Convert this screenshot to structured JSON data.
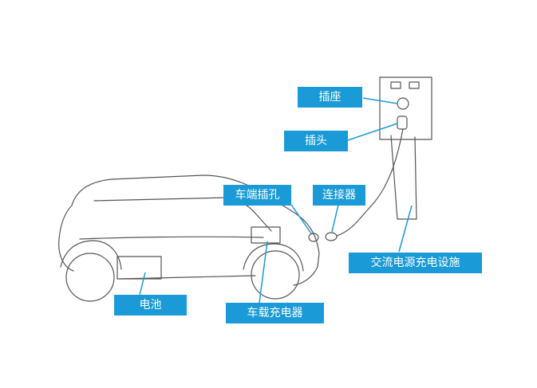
{
  "labels": {
    "socket": "插座",
    "plug": "插头",
    "car_inlet": "车端插孔",
    "connector": "连接器",
    "ac_charging_facility": "交流电源充电设施",
    "battery": "电池",
    "onboard_charger": "车载充电器"
  },
  "colors": {
    "label_bg": "#1a9ad6",
    "label_text": "#ffffff",
    "line": "#555555",
    "leader": "#1a9ad6"
  }
}
